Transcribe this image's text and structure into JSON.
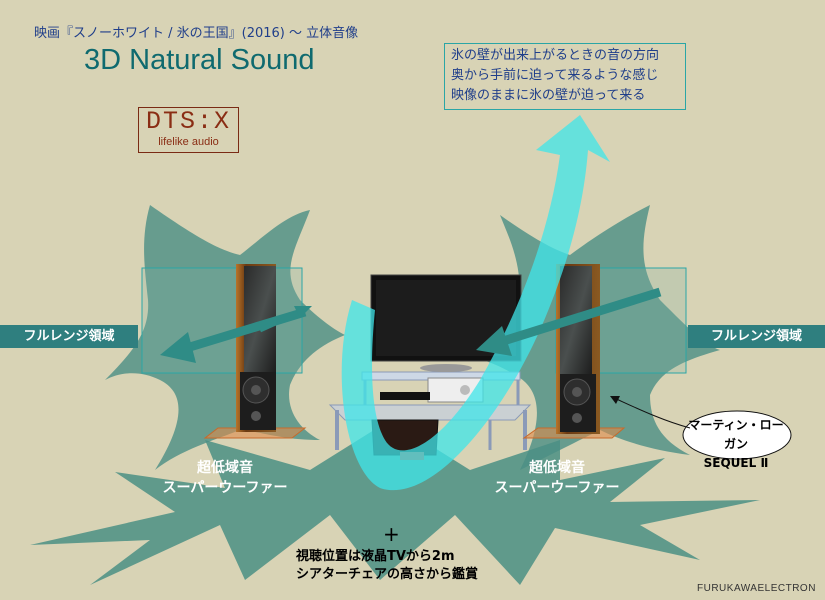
{
  "header": {
    "movie_title": "映画『スノーホワイト / 氷の王国』(2016) 〜 立体音像",
    "main_title": "3D Natural Sound"
  },
  "dts": {
    "logo": "DTS:X",
    "tagline": "lifelike audio"
  },
  "note": {
    "lines": [
      "氷の壁が出来上がるときの音の方向",
      "奥から手前に迫って来るような感じ",
      "映像のままに氷の壁が迫って来る"
    ]
  },
  "zones": {
    "left": "フルレンジ領域",
    "right": "フルレンジ領域"
  },
  "subwoofer": {
    "left": [
      "超低域音",
      "スーパーウーファー"
    ],
    "right": [
      "超低域音",
      "スーパーウーファー"
    ]
  },
  "speaker_callout": [
    "マーティン・ローガン",
    "SEQUEL Ⅱ"
  ],
  "listening": {
    "marker": "+",
    "notes": [
      "視聴位置は液晶TVから2m",
      "シアターチェアの高さから鑑賞"
    ]
  },
  "credit": "FURUKAWAELECTRON",
  "colors": {
    "background": "#d8d3b5",
    "wave_fill": "#4b8f84",
    "wave_light": "#7fb0a3",
    "cyan_arrow": "#3fe6ea",
    "label_bg": "#2f7f7f",
    "accent_text": "#1f3e8a"
  }
}
